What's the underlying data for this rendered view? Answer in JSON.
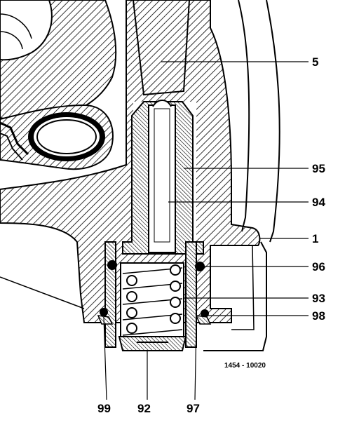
{
  "callouts": {
    "part_5": "5",
    "part_95": "95",
    "part_94": "94",
    "part_1": "1",
    "part_96": "96",
    "part_93": "93",
    "part_98": "98",
    "part_99": "99",
    "part_92": "92",
    "part_97": "97"
  },
  "reference_code": "1454 - 10020",
  "colors": {
    "ink": "#000000",
    "paper": "#ffffff"
  }
}
